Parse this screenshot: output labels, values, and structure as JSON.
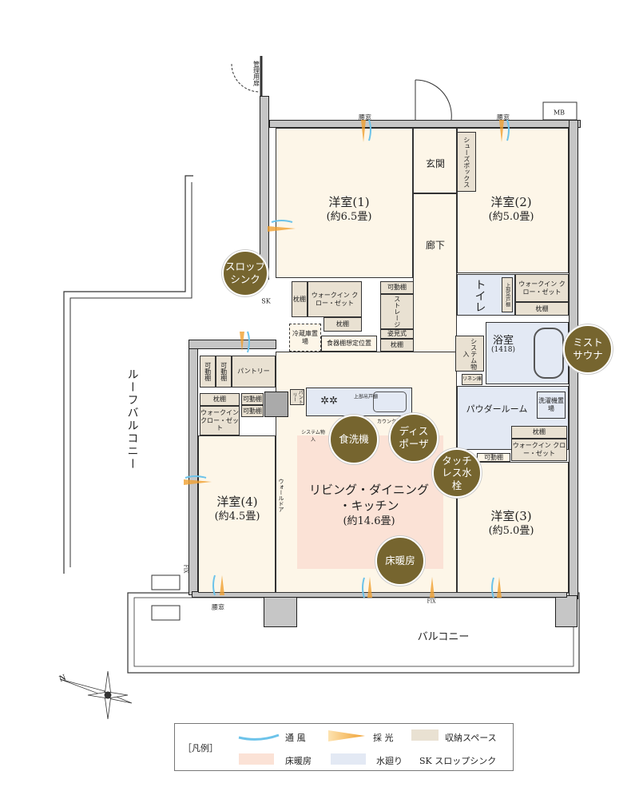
{
  "rooms": {
    "western1": {
      "name": "洋室(1)",
      "size": "(約6.5畳)"
    },
    "western2": {
      "name": "洋室(2)",
      "size": "(約5.0畳)"
    },
    "western3": {
      "name": "洋室(3)",
      "size": "(約5.0畳)"
    },
    "western4": {
      "name": "洋室(4)",
      "size": "(約4.5畳)"
    },
    "ldk": {
      "name1": "リビング・ダイニング",
      "name2": "・キッチン",
      "size": "(約14.6畳)"
    },
    "entrance": "玄関",
    "hallway": "廊下",
    "toilet": "トイレ",
    "bath": {
      "name": "浴室",
      "size": "(1418)"
    },
    "powder": "パウダールーム",
    "roof_balcony": "ルーフバルコニー",
    "balcony": "バルコニー"
  },
  "storage": {
    "shoe_box": "シューズボックス",
    "wic": "ウォークインクローゼット",
    "wic_short": "ウォークイン クロー・ゼット",
    "pillow_shelf": "枕棚",
    "movable_shelf": "可動棚",
    "storage": "ストレージ",
    "mirror": "姿見式",
    "fridge": "冷蔵庫置場",
    "cupboard": "食器棚想定位置",
    "pantry": "パントリー",
    "pantry_small": "パントリー",
    "system_storage": "システム物入",
    "linen": "リネン庫",
    "washer": "洗濯機置場",
    "upper_cabinet": "上部吊戸棚",
    "counter": "カウンター",
    "wall_door": "ウォールドア"
  },
  "labels": {
    "window": "腰窓",
    "mb": "MB",
    "maint_door": "管理用扉",
    "sk": "SK",
    "fix": "FIX"
  },
  "badges": {
    "slop_sink": "スロップシンク",
    "dishwasher": "食洗機",
    "disposer": "ディスポーザ",
    "touchless": "タッチレス水栓",
    "mist_sauna": "ミストサウナ",
    "floor_heating": "床暖房"
  },
  "legend": {
    "title": "［凡例］",
    "ventilation": "通 風",
    "daylight": "採 光",
    "storage": "収納スペース",
    "floor_heating": "床暖房",
    "water": "水廻り",
    "sk": "SK スロップシンク"
  },
  "colors": {
    "floor": "#fdf6e8",
    "storage": "#e9e1d2",
    "heating": "#fbe2d6",
    "water": "#e3e9f4",
    "badge": "#76652f",
    "wind": "#6cc3ea",
    "light": "#f0a030"
  },
  "compass": {
    "north": "N"
  }
}
